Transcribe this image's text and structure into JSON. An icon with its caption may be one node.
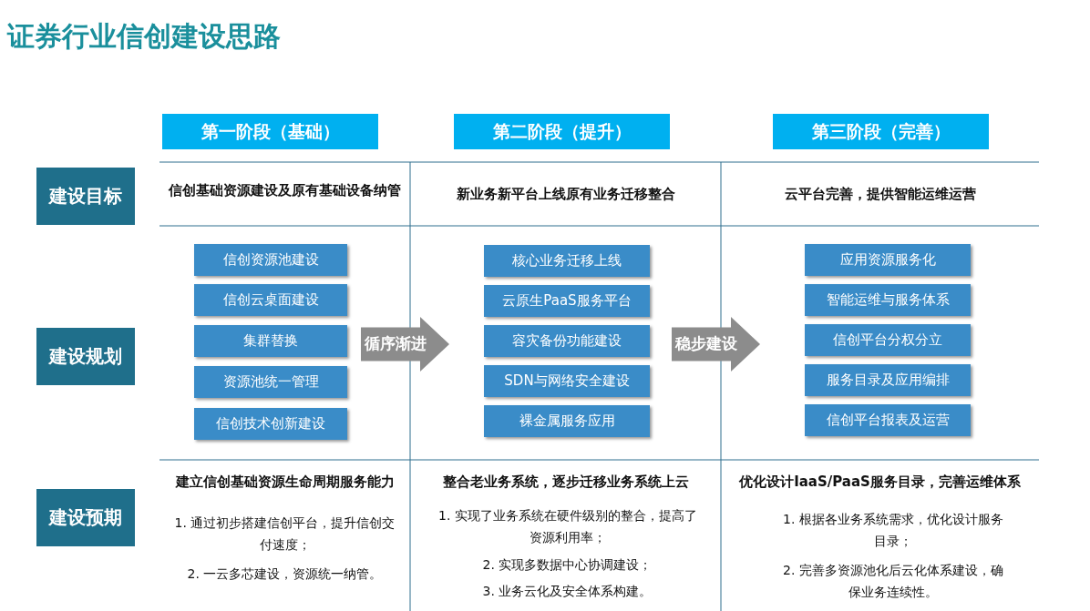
{
  "diagram": {
    "title": "证券行业信创建设思路",
    "nodes": [
      {
        "text": [
          "第一阶段（基础）"
        ]
      },
      {
        "text": [
          "第二阶段（提升）"
        ]
      },
      {
        "text": [
          "第三阶段（完善）"
        ]
      },
      {
        "text": [
          "建设目标"
        ]
      },
      {
        "text": [
          "建设规划"
        ]
      },
      {
        "text": [
          "建设预期"
        ]
      },
      {
        "text": [],
        "shape": "box"
      },
      {
        "text": [
          "信创资源池建设"
        ],
        "in": 6
      },
      {
        "text": [
          "信创云桌面建设"
        ],
        "in": 6
      },
      {
        "text": [
          "集群替换"
        ],
        "in": 6
      },
      {
        "text": [
          "资源池统一管理"
        ],
        "in": 6
      },
      {
        "text": [
          "信创技术创新建设"
        ],
        "in": 6
      },
      {
        "text": [],
        "shape": "box"
      },
      {
        "text": [
          "核心业务迁移上线"
        ],
        "in": 12
      },
      {
        "text": [
          "云原生PaaS服务平台"
        ],
        "in": 12
      },
      {
        "text": [
          "容灾备份功能建设"
        ],
        "in": 12
      },
      {
        "text": [
          "SDN与网络安全建设"
        ],
        "in": 12
      },
      {
        "text": [
          "裸金属服务应用"
        ],
        "in": 12
      },
      {
        "text": [],
        "shape": "box"
      },
      {
        "text": [
          "应用资源服务化"
        ],
        "in": 18
      },
      {
        "text": [
          "智能运维与服务体系"
        ],
        "in": 18
      },
      {
        "text": [
          "信创平台分权分立"
        ],
        "in": 18
      },
      {
        "text": [
          "服务目录及应用编排"
        ],
        "in": 18
      },
      {
        "text": [
          "信创平台报表及运营"
        ],
        "in": 18
      }
    ],
    "edges": [
      {
        "from": 6,
        "to": 12,
        "arrow": "to",
        "label": "循序渐进"
      },
      {
        "from": 12,
        "to": 18,
        "arrow": "to",
        "label": "稳步建设"
      }
    ],
    "labels": [
      "信创基础资源建设及原有基础设备纳管",
      "新业务新平台上线原有业务迁移整合",
      "云平台完善，提供智能运维运营",
      "建立信创基础资源生命周期服务能力",
      "整合老业务系统，逐步迁移业务系统上云",
      "优化设计IaaS/PaaS服务目录，完善运维体系",
      "1. 通过初步搭建信创平台，提升信创交付速度；",
      "2. 一云多芯建设，资源统一纳管。",
      "1. 实现了业务系统在硬件级别的整合，提高了资源利用率；",
      "2. 实现多数据中心协调建设；",
      "3. 业务云化及安全体系构建。",
      "1. 根据各业务系统需求，优化设计服务目录；",
      "2. 完善多资源池化后云化体系建设，确保业务连续性。"
    ]
  }
}
